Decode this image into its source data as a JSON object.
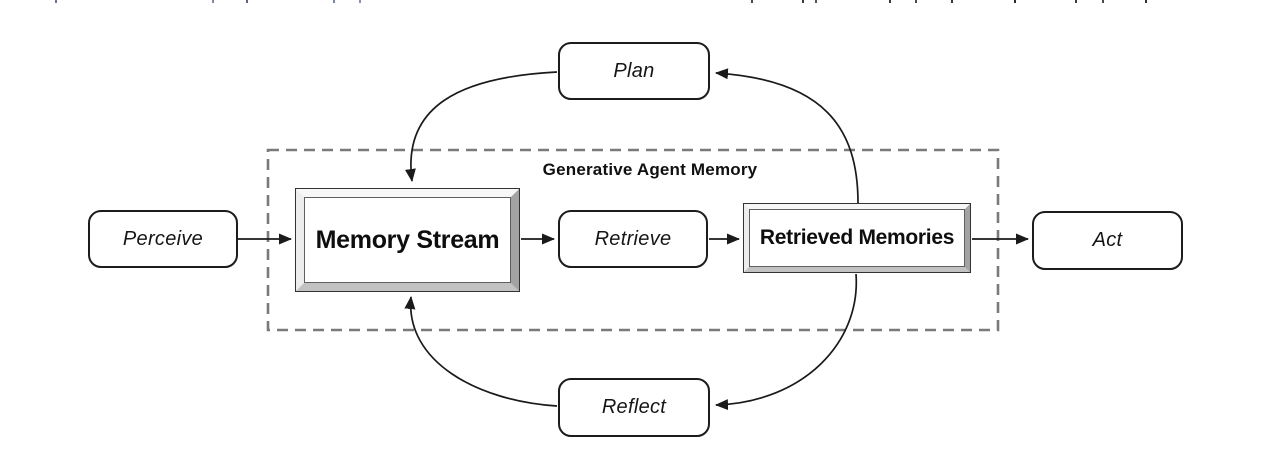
{
  "diagram": {
    "region_label": "Generative Agent Memory",
    "nodes": {
      "perceive": {
        "label": "Perceive"
      },
      "memory_stream": {
        "label": "Memory Stream"
      },
      "retrieve": {
        "label": "Retrieve"
      },
      "retrieved_memories": {
        "label": "Retrieved Memories"
      },
      "act": {
        "label": "Act"
      },
      "plan": {
        "label": "Plan"
      },
      "reflect": {
        "label": "Reflect"
      }
    },
    "edges": [
      {
        "from": "Perceive",
        "to": "Memory Stream",
        "style": "straight-arrow"
      },
      {
        "from": "Memory Stream",
        "to": "Retrieve",
        "style": "straight-arrow"
      },
      {
        "from": "Retrieve",
        "to": "Retrieved Memories",
        "style": "straight-arrow"
      },
      {
        "from": "Retrieved Memories",
        "to": "Act",
        "style": "straight-arrow"
      },
      {
        "from": "Retrieved Memories",
        "to": "Plan",
        "style": "curved-arrow"
      },
      {
        "from": "Plan",
        "to": "Memory Stream",
        "style": "curved-arrow"
      },
      {
        "from": "Retrieved Memories",
        "to": "Reflect",
        "style": "curved-arrow"
      },
      {
        "from": "Reflect",
        "to": "Memory Stream",
        "style": "curved-arrow"
      }
    ],
    "colors": {
      "background": "#ffffff",
      "line": "#1a1a1a",
      "node_border": "#1c1c1c",
      "dashed_border": "#7a7a7a",
      "bevel_highlight": "#f7f7f7",
      "bevel_left": "#ededed",
      "bevel_shadow_right": "#a3a3a3",
      "bevel_shadow_bottom": "#c2c2c2",
      "text": "#101010"
    }
  }
}
